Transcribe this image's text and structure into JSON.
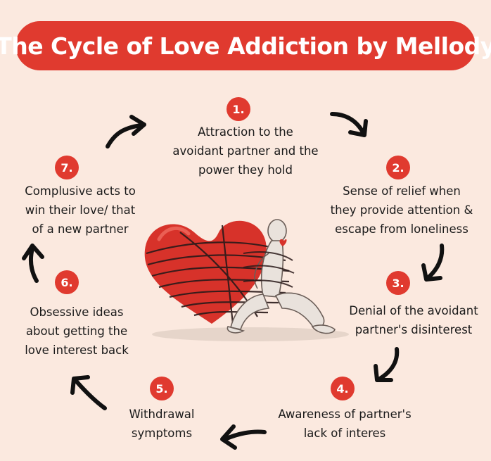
{
  "title": "The Cycle of Love Addiction by Mellody",
  "colors": {
    "accent": "#e03a2f",
    "background": "#fbe9df",
    "text": "#1a1a1a"
  },
  "steps": [
    {
      "number": "1.",
      "text": "Attraction to the\navoidant partner and the\npower they hold"
    },
    {
      "number": "2.",
      "text": "Sense of relief when\nthey provide attention &\nescape from loneliness"
    },
    {
      "number": "3.",
      "text": "Denial of the avoidant\npartner's disinterest"
    },
    {
      "number": "4.",
      "text": "Awareness of  partner's\nlack of interes"
    },
    {
      "number": "5.",
      "text": "Withdrawal\nsymptoms"
    },
    {
      "number": "6.",
      "text": "Obsessive ideas\nabout getting the\nlove interest back"
    },
    {
      "number": "7.",
      "text": "Complusive acts to\nwin their love/ that\nof a new partner"
    }
  ],
  "illustration": {
    "icon": "heart-wrapped-figure-icon"
  }
}
